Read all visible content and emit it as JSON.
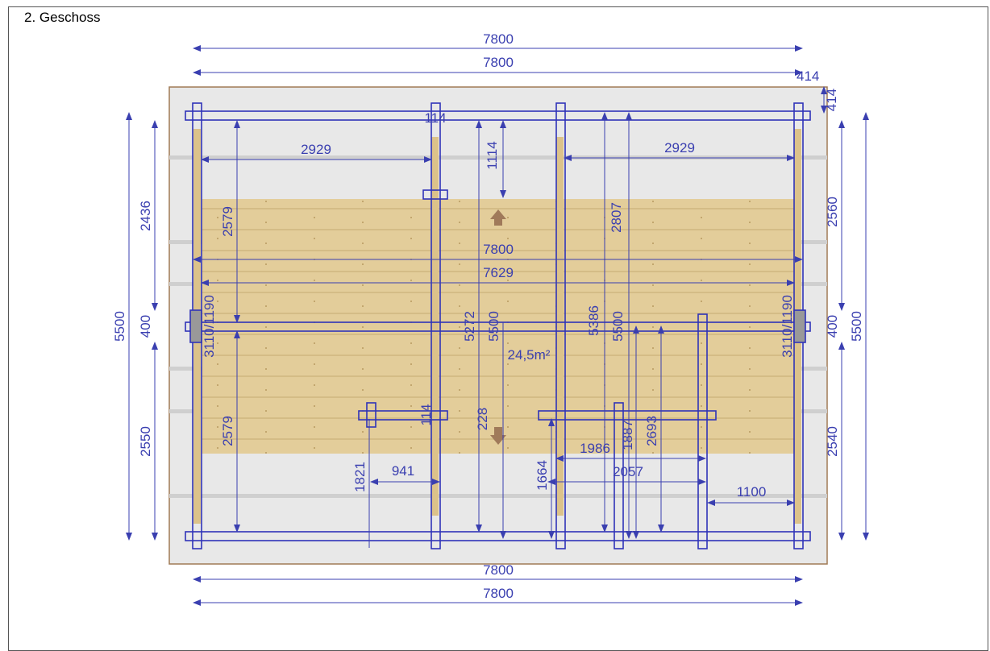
{
  "title": "2. Geschoss",
  "colors": {
    "dimension": "#3a3fb0",
    "wood": "#e2cc98",
    "slab": "#e6e6e6",
    "outline": "#a07a55"
  },
  "dimensions": {
    "top_outer": "7800",
    "top_inner": "7800",
    "top_right_a": "414",
    "top_right_b": "414",
    "post_gap_top": "114",
    "span_left": "2929",
    "span_right": "2929",
    "drop_center": "1114",
    "mid_a": "7800",
    "mid_b": "7629",
    "left_outer": "5500",
    "left_a": "2436",
    "left_b": "400",
    "left_c": "2550",
    "left_inner_top": "2579",
    "left_inner_bottom": "2579",
    "left_post": "3110/1190",
    "right_outer": "5500",
    "right_a": "2560",
    "right_b": "400",
    "right_c": "2540",
    "right_post": "3110/1190",
    "center_a": "5272",
    "center_b": "5500",
    "area": "24,5m²",
    "center_c": "2807",
    "right_mid_a": "5386",
    "right_mid_b": "5500",
    "small_114": "114",
    "small_228": "228",
    "v_1821": "1821",
    "h_941": "941",
    "v_1664": "1664",
    "v_1887": "1887",
    "h_1986": "1986",
    "v_2693": "2693",
    "h_2057": "2057",
    "h_1100": "1100",
    "bottom_a": "7800",
    "bottom_b": "7800"
  }
}
